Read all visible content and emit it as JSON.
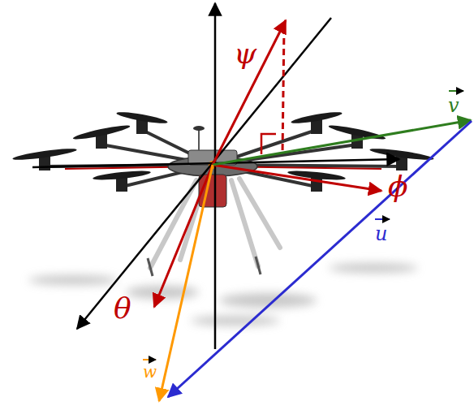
{
  "diagram": {
    "labels": [
      "ψ",
      "ϕ",
      "θ",
      "v",
      "u",
      "w"
    ]
  }
}
